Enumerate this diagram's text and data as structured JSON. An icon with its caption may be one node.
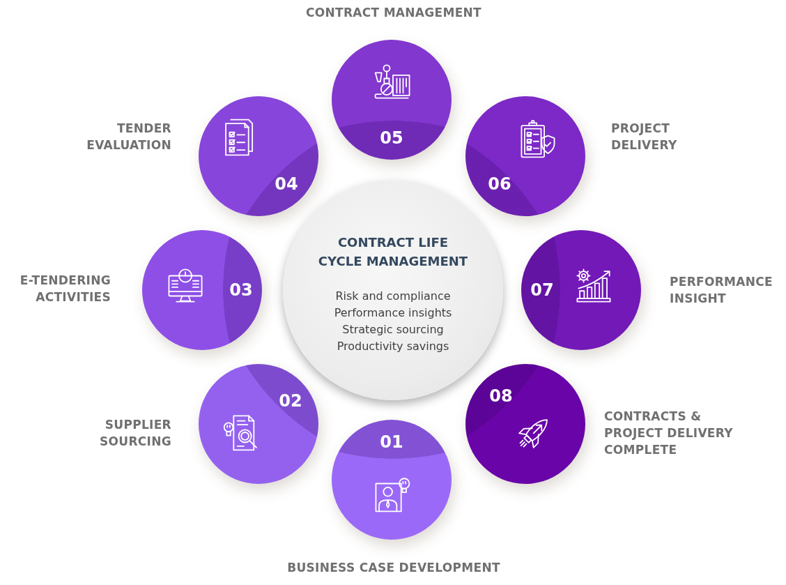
{
  "diagram": {
    "nodes": [
      {
        "text": [
          "CONTRACT LIFE CYCLE MANAGEMENT",
          "Risk and compliance",
          "Performance insights",
          "Strategic sourcing",
          "Productivity savings"
        ]
      },
      {
        "text": [
          "01"
        ],
        "beside": [
          "BUSINESS CASE DEVELOPMENT"
        ]
      },
      {
        "text": [
          "02"
        ],
        "beside": [
          "SUPPLIER SOURCING"
        ]
      },
      {
        "text": [
          "03"
        ],
        "beside": [
          "E-TENDERING ACTIVITIES"
        ]
      },
      {
        "text": [
          "04"
        ],
        "beside": [
          "TENDER EVALUATION"
        ]
      },
      {
        "text": [
          "05"
        ],
        "beside": [
          "CONTRACT MANAGEMENT"
        ]
      },
      {
        "text": [
          "06"
        ],
        "beside": [
          "PROJECT DELIVERY"
        ]
      },
      {
        "text": [
          "07"
        ],
        "beside": [
          "PERFORMANCE INSIGHT"
        ]
      },
      {
        "text": [
          "08"
        ],
        "beside": [
          "CONTRACTS & PROJECT DELIVERY COMPLETE"
        ]
      }
    ]
  }
}
